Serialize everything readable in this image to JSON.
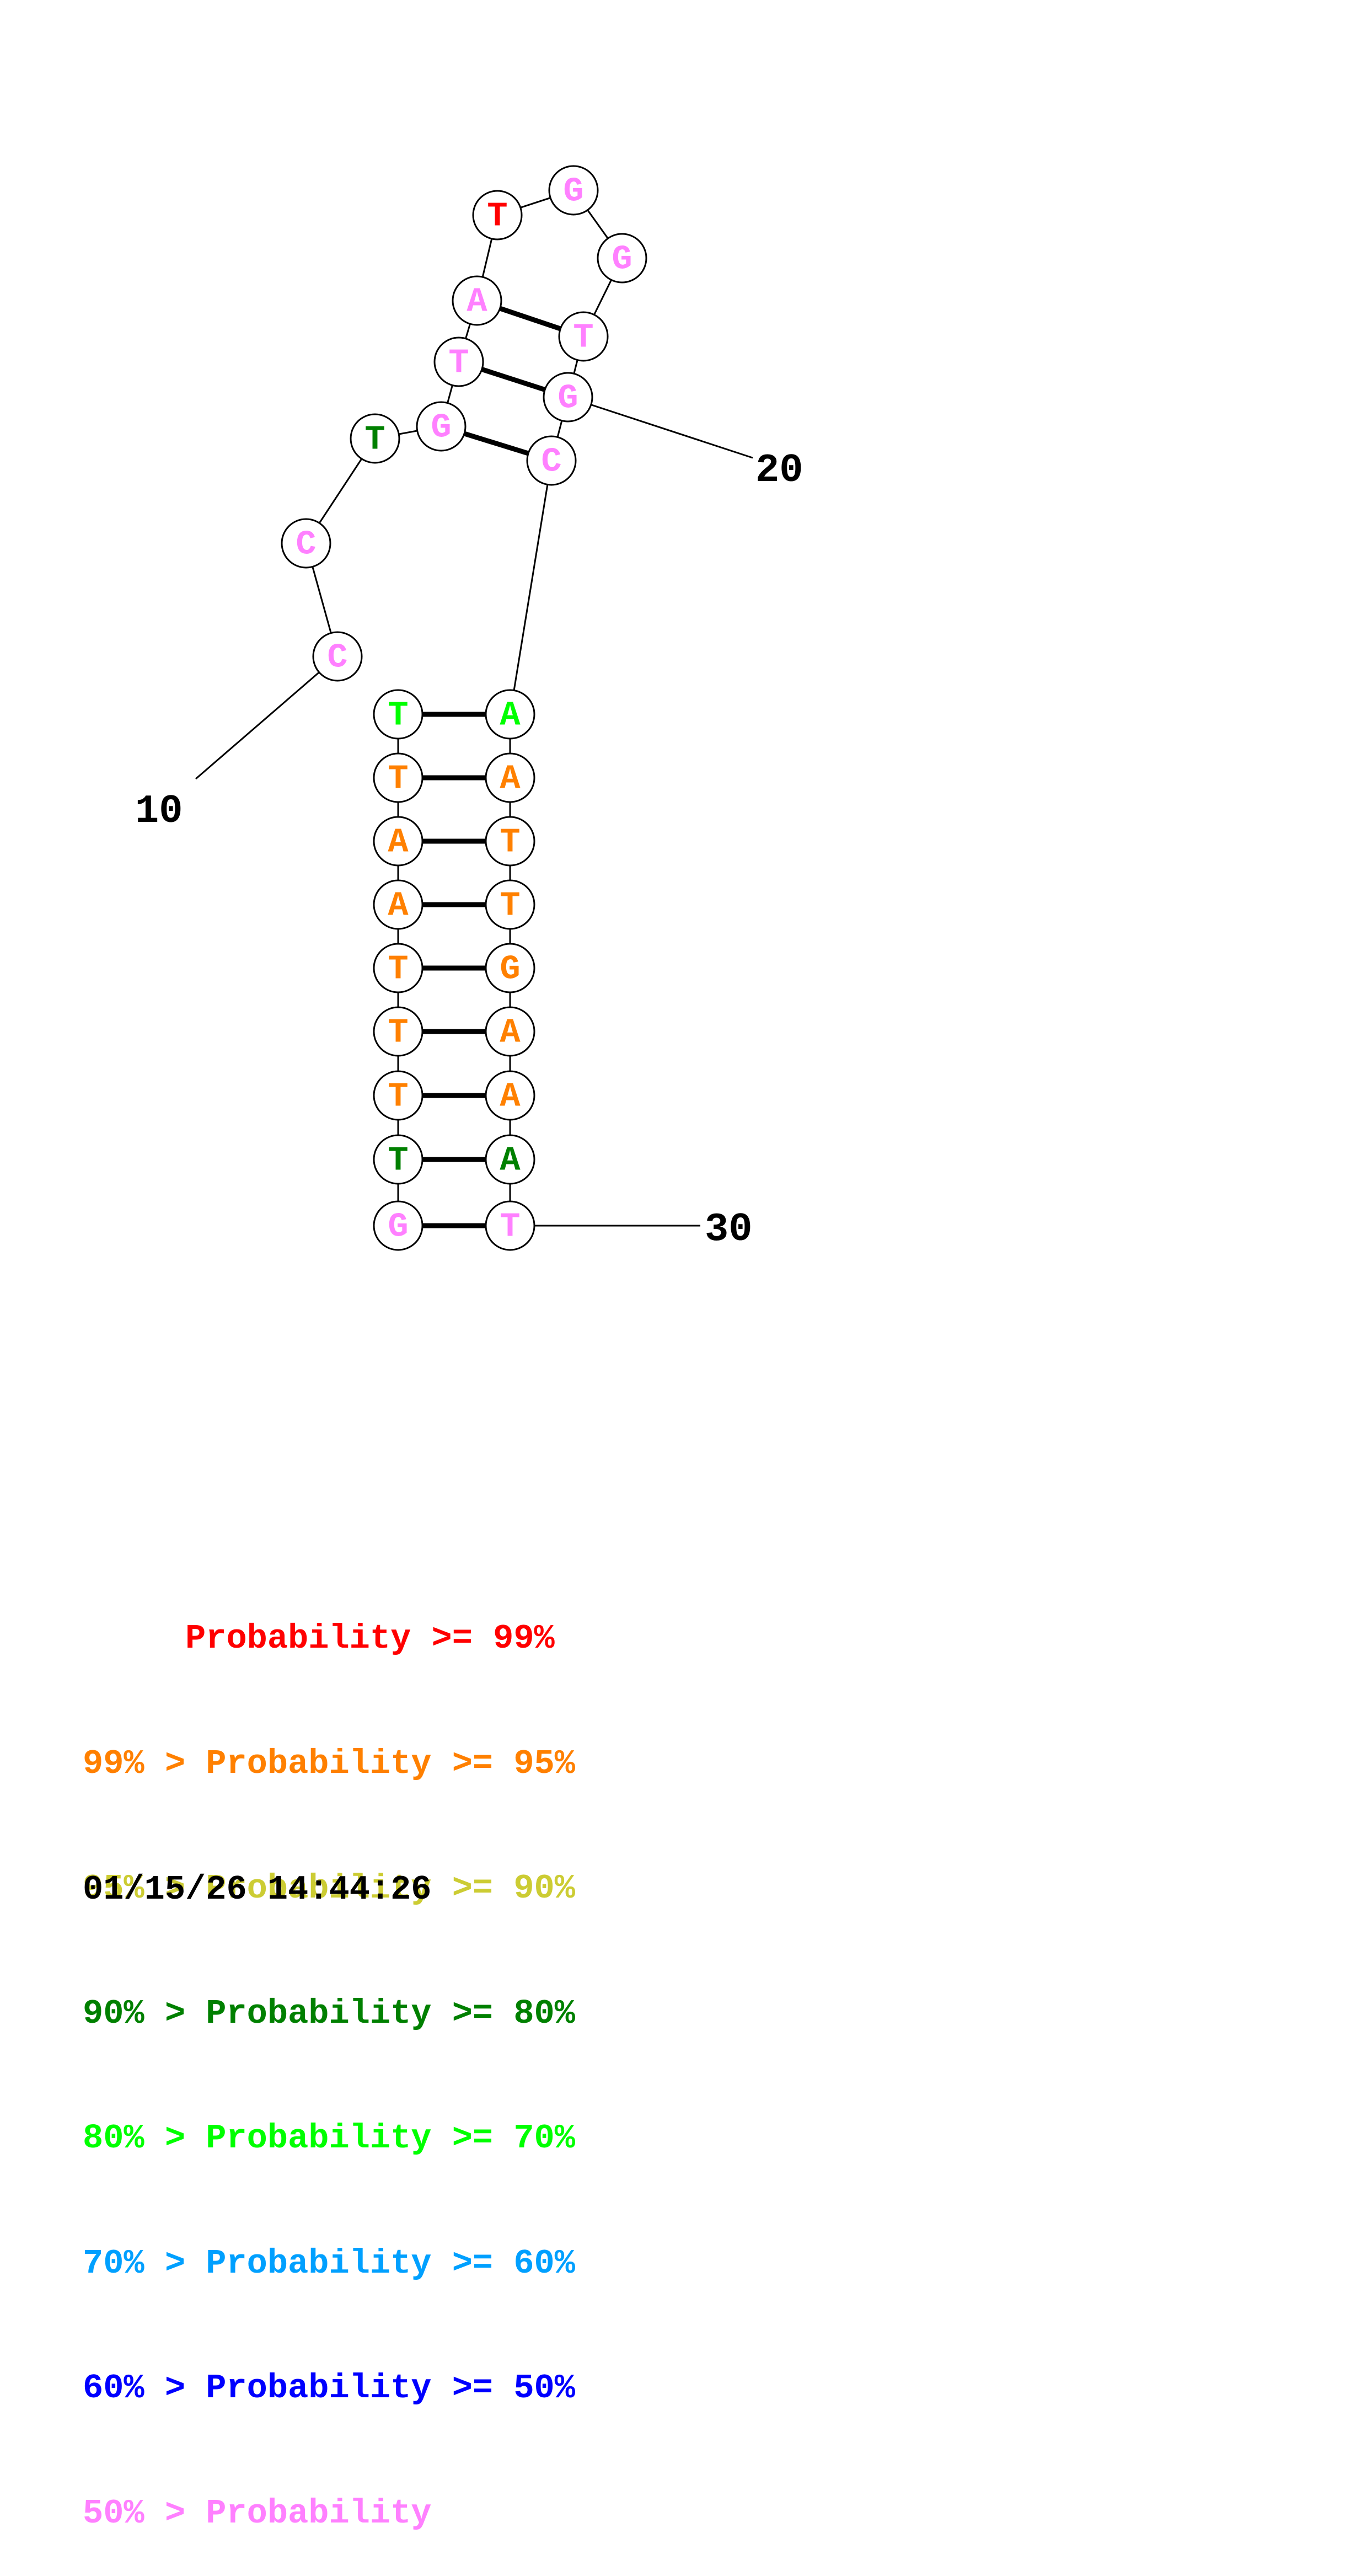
{
  "structure": {
    "nucleotides": [
      {
        "base": "C",
        "color": "#ff80ff"
      },
      {
        "base": "C",
        "color": "#ff80ff"
      },
      {
        "base": "T",
        "color": "#008000"
      },
      {
        "base": "G",
        "color": "#ff80ff"
      },
      {
        "base": "T",
        "color": "#ff80ff"
      },
      {
        "base": "A",
        "color": "#ff80ff"
      },
      {
        "base": "T",
        "color": "#ff0000"
      },
      {
        "base": "G",
        "color": "#ff80ff"
      },
      {
        "base": "G",
        "color": "#ff80ff"
      },
      {
        "base": "T",
        "color": "#ff80ff"
      },
      {
        "base": "G",
        "color": "#ff80ff"
      },
      {
        "base": "C",
        "color": "#ff80ff"
      },
      {
        "base": "A",
        "color": "#00ff00"
      },
      {
        "base": "A",
        "color": "#ff8000"
      },
      {
        "base": "T",
        "color": "#ff8000"
      },
      {
        "base": "T",
        "color": "#ff8000"
      },
      {
        "base": "G",
        "color": "#ff8000"
      },
      {
        "base": "A",
        "color": "#ff8000"
      },
      {
        "base": "A",
        "color": "#ff8000"
      },
      {
        "base": "A",
        "color": "#008000"
      },
      {
        "base": "T",
        "color": "#ff80ff"
      },
      {
        "base": "G",
        "color": "#ff80ff"
      },
      {
        "base": "T",
        "color": "#008000"
      },
      {
        "base": "T",
        "color": "#ff8000"
      },
      {
        "base": "T",
        "color": "#ff8000"
      },
      {
        "base": "T",
        "color": "#ff8000"
      },
      {
        "base": "A",
        "color": "#ff8000"
      },
      {
        "base": "A",
        "color": "#ff8000"
      },
      {
        "base": "T",
        "color": "#ff8000"
      },
      {
        "base": "T",
        "color": "#00ff00"
      }
    ],
    "pairs": [
      [
        3,
        11
      ],
      [
        4,
        10
      ],
      [
        5,
        9
      ],
      [
        12,
        29
      ],
      [
        13,
        28
      ],
      [
        14,
        27
      ],
      [
        15,
        26
      ],
      [
        16,
        25
      ],
      [
        17,
        24
      ],
      [
        18,
        23
      ],
      [
        19,
        22
      ],
      [
        20,
        21
      ]
    ],
    "index_labels": [
      "10",
      "20",
      "30"
    ]
  },
  "legend": [
    {
      "text": "     Probability >= 99%",
      "color": "#ff0000"
    },
    {
      "text": "99% > Probability >= 95%",
      "color": "#ff8000"
    },
    {
      "text": "95% > Probability >= 90%",
      "color": "#cccc33"
    },
    {
      "text": "90% > Probability >= 80%",
      "color": "#008000"
    },
    {
      "text": "80% > Probability >= 70%",
      "color": "#00ff00"
    },
    {
      "text": "70% > Probability >= 60%",
      "color": "#00a0ff"
    },
    {
      "text": "60% > Probability >= 50%",
      "color": "#0000ff"
    },
    {
      "text": "50% > Probability",
      "color": "#ff80ff"
    }
  ],
  "timestamp": "01/15/26 14:44:26"
}
